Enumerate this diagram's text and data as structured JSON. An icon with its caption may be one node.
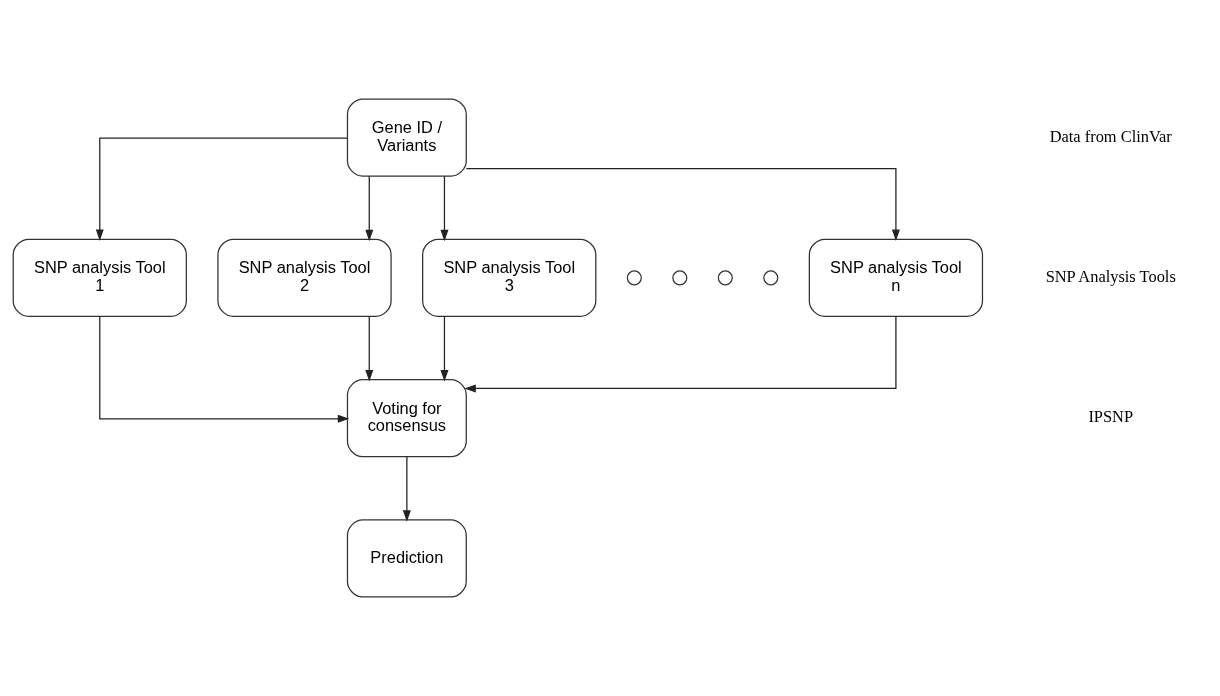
{
  "diagram": {
    "nodes": [
      {
        "text": [
          "Gene ID / Variants"
        ]
      },
      {
        "text": [
          "SNP analysis Tool 1"
        ]
      },
      {
        "text": [
          "SNP analysis Tool 2"
        ]
      },
      {
        "text": [
          "SNP analysis Tool 3"
        ]
      },
      {
        "text": [],
        "shape": "circle"
      },
      {
        "text": [],
        "shape": "circle"
      },
      {
        "text": [],
        "shape": "circle"
      },
      {
        "text": [],
        "shape": "circle"
      },
      {
        "text": [
          "SNP analysis Tool n"
        ]
      },
      {
        "text": [
          "Voting for consensus"
        ]
      },
      {
        "text": [
          "Prediction"
        ]
      }
    ],
    "edges": [
      {
        "from": 0,
        "to": 1,
        "arrow": "to"
      },
      {
        "from": 0,
        "to": 2,
        "arrow": "to"
      },
      {
        "from": 0,
        "to": 3,
        "arrow": "to"
      },
      {
        "from": 0,
        "to": 8,
        "arrow": "to"
      },
      {
        "from": 1,
        "to": 9,
        "arrow": "to"
      },
      {
        "from": 2,
        "to": 9,
        "arrow": "to"
      },
      {
        "from": 3,
        "to": 9,
        "arrow": "to"
      },
      {
        "from": 8,
        "to": 9,
        "arrow": "to"
      },
      {
        "from": 9,
        "to": 10,
        "arrow": "to"
      }
    ],
    "labels": [
      "Data from ClinVar",
      "SNP Analysis Tools",
      "IPSNP"
    ]
  }
}
